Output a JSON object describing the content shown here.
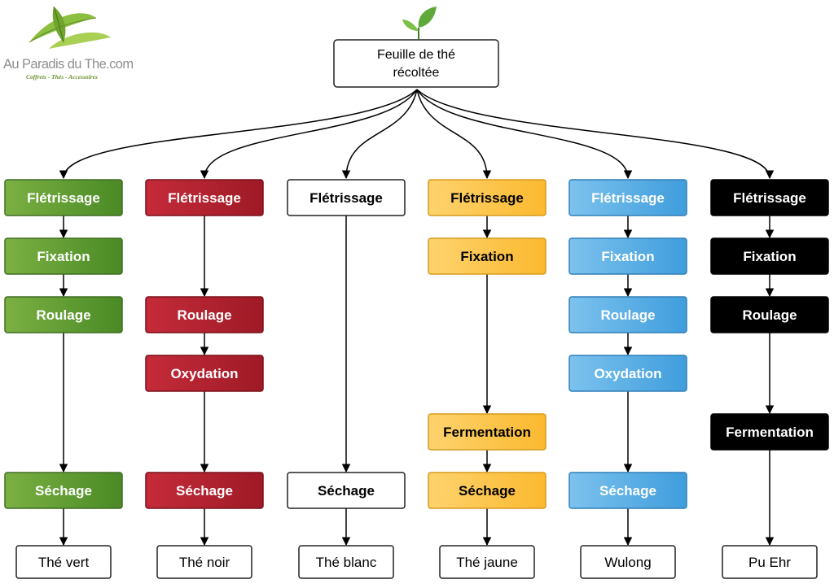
{
  "logo": {
    "name": "Au Paradis du The.com",
    "tagline": "Coffrets - Thés - Accessoires"
  },
  "root": {
    "line1": "Feuille de thé",
    "line2": "récoltée"
  },
  "palette": {
    "green": "#5b9a2c",
    "red": "#b2202e",
    "white": "#ffffff",
    "yellow": "#fcc64e",
    "blue": "#5aaee6",
    "black": "#000000",
    "leaf": "#5fa83a"
  },
  "columns": [
    {
      "id": "vert",
      "theme": "green",
      "steps": [
        "Flétrissage",
        "Fixation",
        "Roulage",
        "",
        "",
        "Séchage"
      ],
      "result": "Thé vert"
    },
    {
      "id": "noir",
      "theme": "red",
      "steps": [
        "Flétrissage",
        "",
        "Roulage",
        "Oxydation",
        "",
        "Séchage"
      ],
      "result": "Thé noir"
    },
    {
      "id": "blanc",
      "theme": "white",
      "steps": [
        "Flétrissage",
        "",
        "",
        "",
        "",
        "Séchage"
      ],
      "result": "Thé blanc"
    },
    {
      "id": "jaune",
      "theme": "yellow",
      "steps": [
        "Flétrissage",
        "Fixation",
        "",
        "",
        "Fermentation",
        "Séchage"
      ],
      "result": "Thé jaune"
    },
    {
      "id": "wulong",
      "theme": "blue",
      "steps": [
        "Flétrissage",
        "Fixation",
        "Roulage",
        "Oxydation",
        "",
        "Séchage"
      ],
      "result": "Wulong"
    },
    {
      "id": "puehr",
      "theme": "black",
      "steps": [
        "Flétrissage",
        "Fixation",
        "Roulage",
        "",
        "Fermentation",
        ""
      ],
      "result": "Pu Ehr"
    }
  ]
}
